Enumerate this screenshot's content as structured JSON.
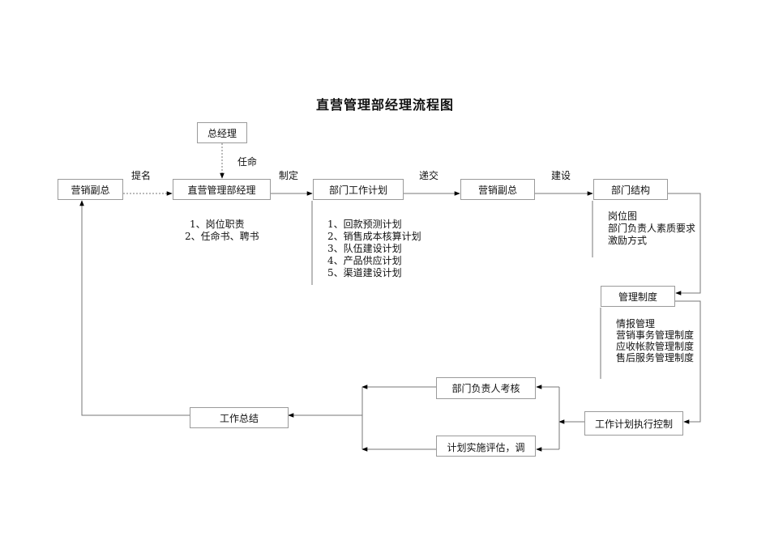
{
  "title": "直营管理部经理流程图",
  "nodes": {
    "general_manager": "总经理",
    "vp_marketing_left": "营销副总",
    "direct_manager": "直营管理部经理",
    "dept_work_plan": "部门工作计划",
    "vp_marketing_mid": "营销副总",
    "dept_structure": "部门结构",
    "mgmt_system": "管理制度",
    "plan_execution_control": "工作计划执行控制",
    "head_assessment": "部门负责人考核",
    "plan_eval_adjust": "计划实施评估，调",
    "work_summary": "工作总结"
  },
  "edge_labels": {
    "nominate": "提名",
    "appoint": "任命",
    "formulate": "制定",
    "submit": "递交",
    "build": "建设"
  },
  "notes": {
    "manager_docs": [
      "1、岗位职责",
      "2、任命书、聘书"
    ],
    "plan_items": [
      "1、回款预测计划",
      "2、销售成本核算计划",
      "3、队伍建设计划",
      "4、产品供应计划",
      "5、渠道建设计划"
    ],
    "structure_items": [
      "岗位图",
      "部门负责人素质要求",
      "激励方式"
    ],
    "system_items": [
      "情报管理",
      "营销事务管理制度",
      "应收帐款管理制度",
      "售后服务管理制度"
    ]
  }
}
